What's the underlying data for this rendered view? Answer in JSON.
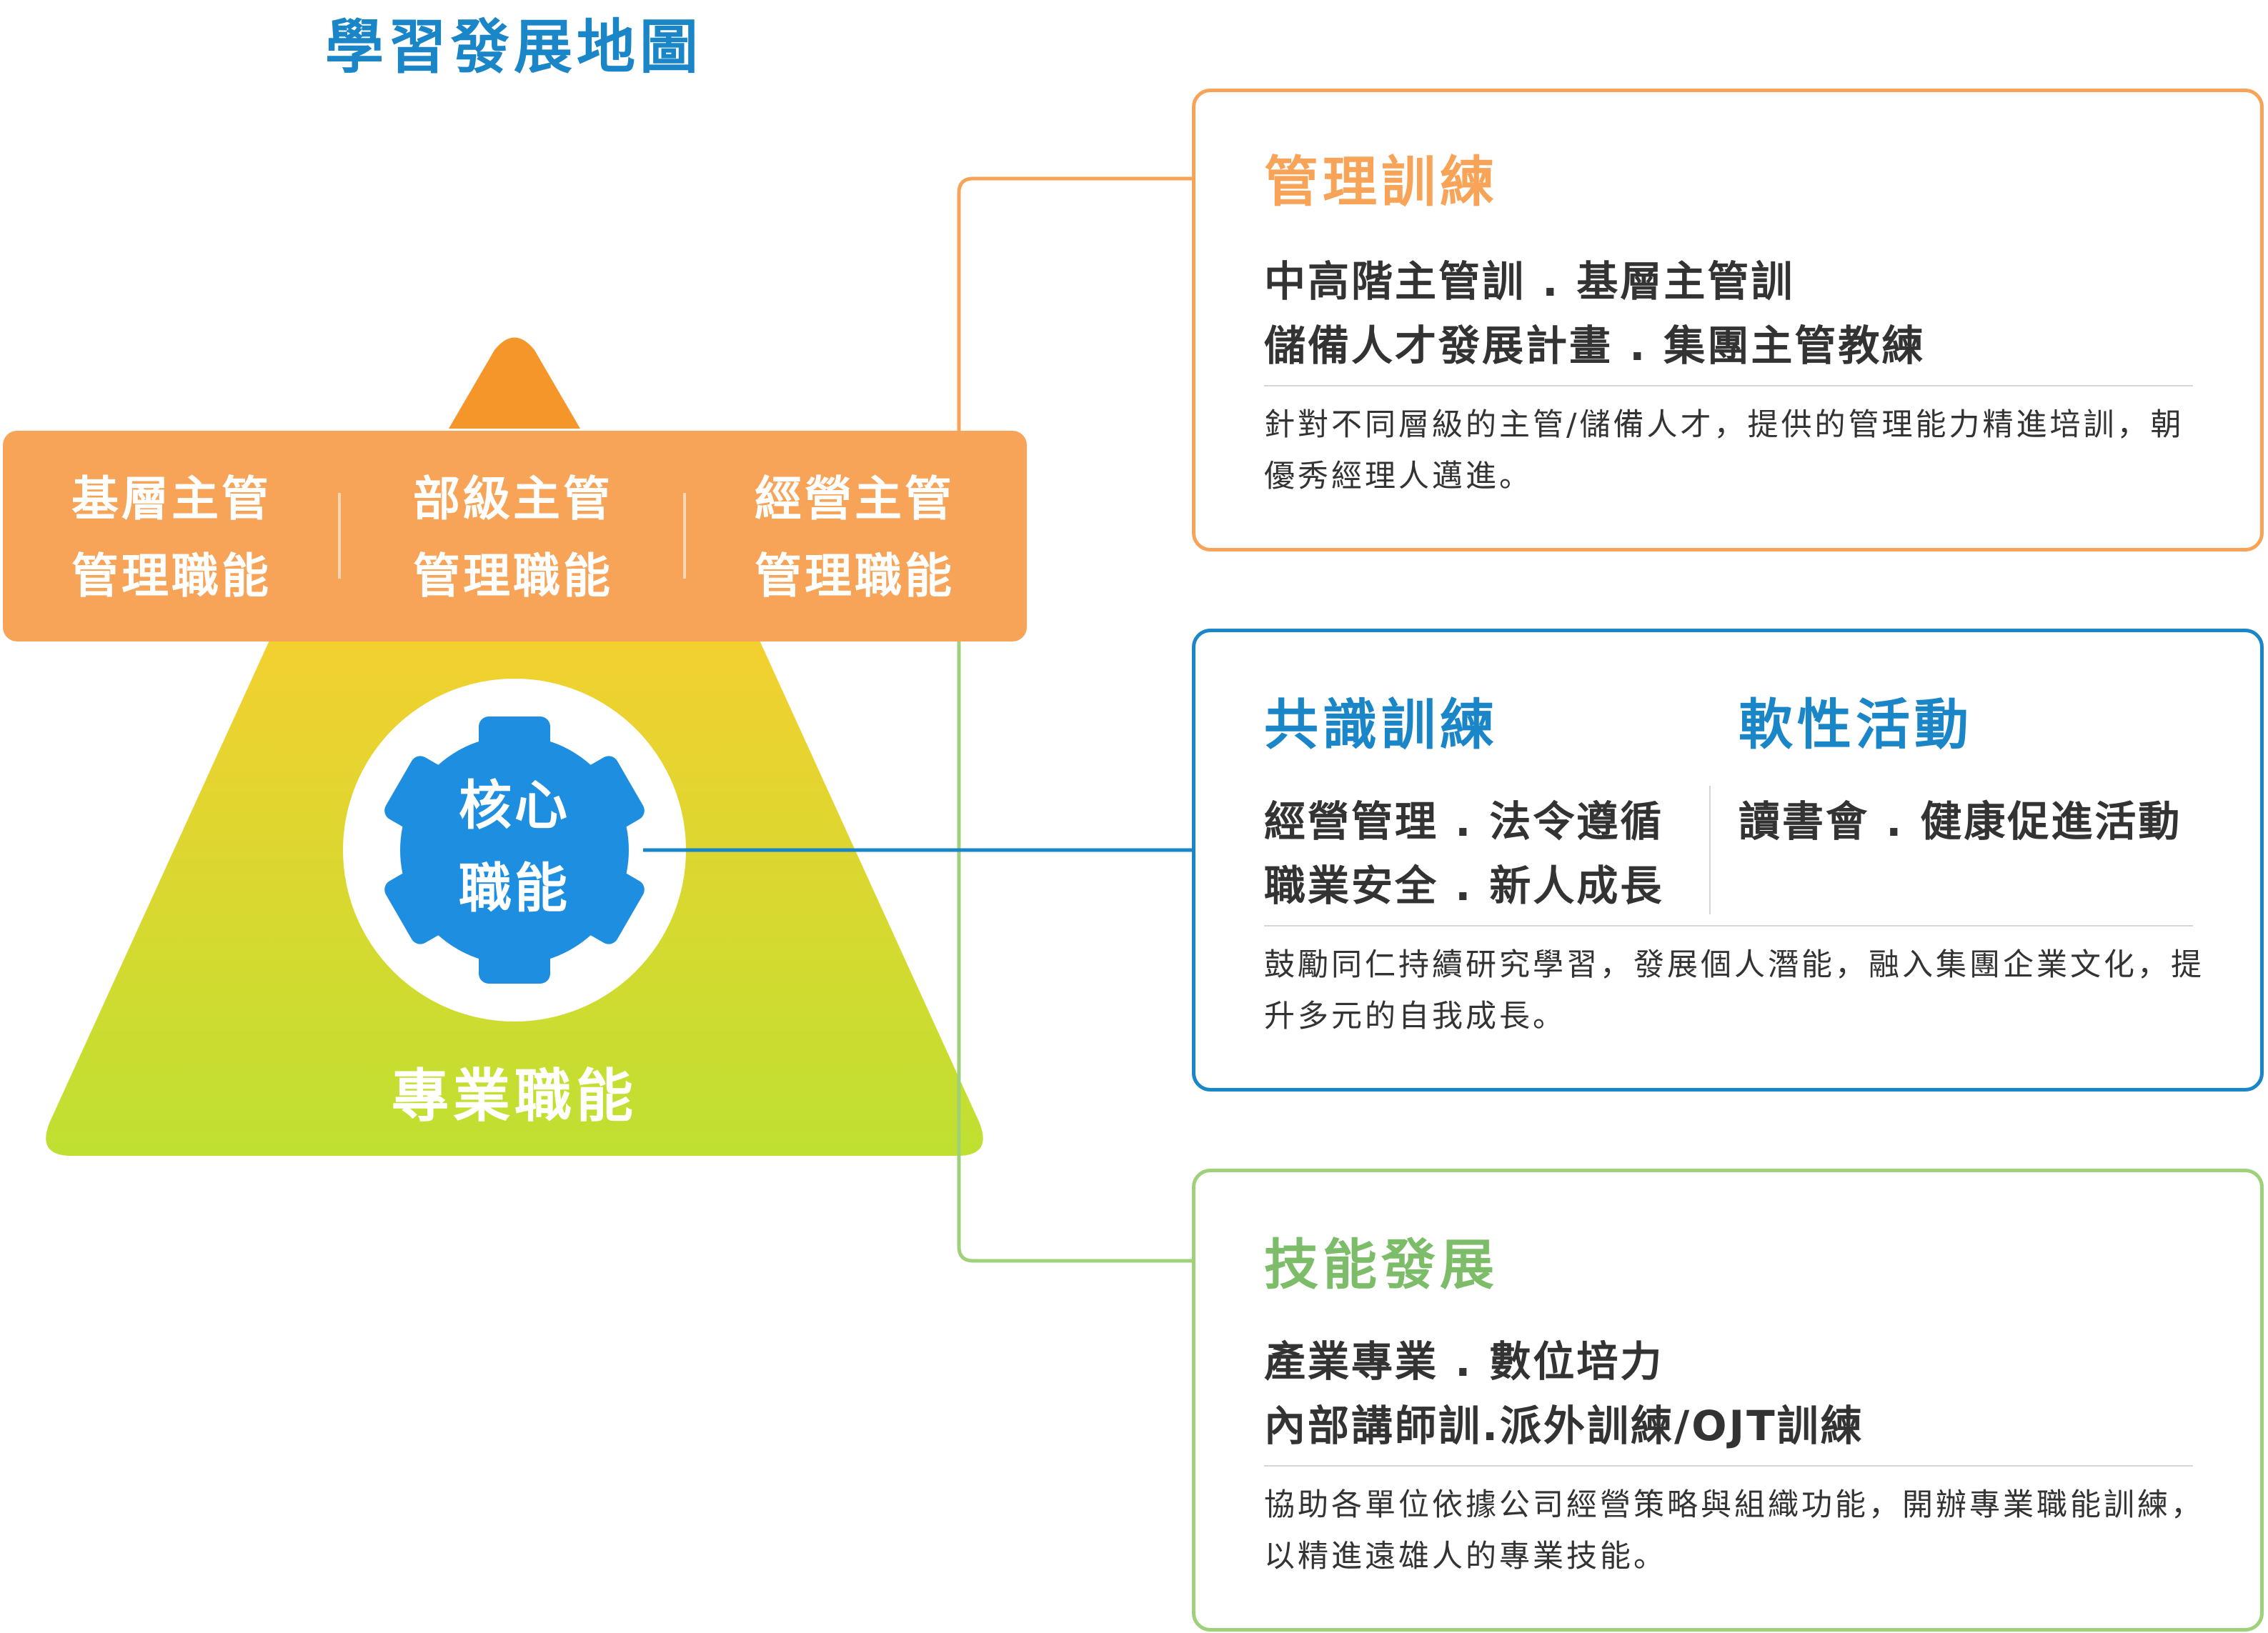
{
  "title": "學習發展地圖",
  "pyramid": {
    "band": [
      {
        "line1": "基層主管",
        "line2": "管理職能"
      },
      {
        "line1": "部級主管",
        "line2": "管理職能"
      },
      {
        "line1": "經營主管",
        "line2": "管理職能"
      }
    ],
    "core": {
      "line1": "核心",
      "line2": "職能"
    },
    "professional": "專業職能"
  },
  "boxes": {
    "management": {
      "title": "管理訓練",
      "items": [
        "中高階主管訓 . 基層主管訓",
        "儲備人才發展計畫 . 集團主管教練"
      ],
      "description": "針對不同層級的主管/儲備人才，提供的管理能力精進培訓，朝優秀經理人邁進。"
    },
    "consensus": {
      "title": "共識訓練",
      "items": [
        "經營管理 . 法令遵循",
        "職業安全 . 新人成長"
      ],
      "secondary_title": "軟性活動",
      "secondary_items": [
        "讀書會 . 健康促進活動"
      ],
      "description": "鼓勵同仁持續研究學習，發展個人潛能，融入集團企業文化，提升多元的自我成長。"
    },
    "skills": {
      "title": "技能發展",
      "items": [
        "產業專業 . 數位培力",
        "內部講師訓.派外訓練/OJT訓練"
      ],
      "description": "協助各單位依據公司經營策略與組織功能，開辦專業職能訓練，以精進遠雄人的專業技能。"
    }
  },
  "colors": {
    "orange": "#f7a459",
    "orange_tip": "#f5962a",
    "blue": "#1a86c8",
    "gear_blue": "#1e8fe0",
    "green": "#9fd07a",
    "green_text": "#7dbd6a",
    "yellow": "#f1d233",
    "lime": "#bfe031"
  }
}
